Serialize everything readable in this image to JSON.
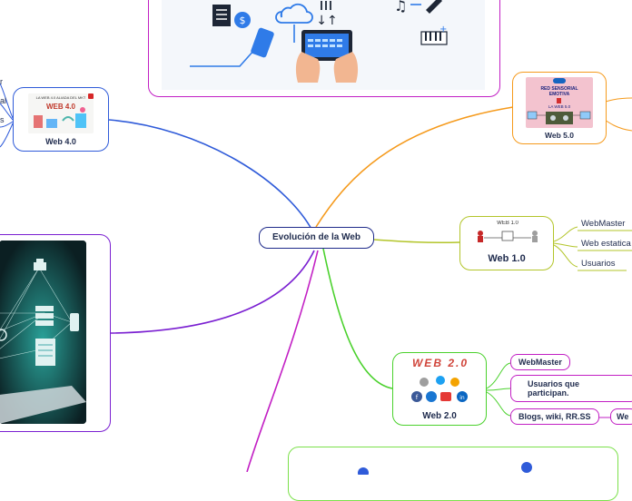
{
  "central": {
    "label": "Evolución de la Web"
  },
  "web4": {
    "label": "Web 4.0",
    "thumb_text": "WEB 4.0",
    "thumb_subtext": "LA WEB 4.0 ALIADA DEL MKT",
    "left_fragments": [
      "r",
      "al",
      "s"
    ]
  },
  "web5": {
    "label": "Web 5.0",
    "thumb_lines": [
      "RED SENSORIAL",
      "EMOTIVA",
      "LA WEB 5.0"
    ]
  },
  "web1": {
    "label": "Web 1.0",
    "thumb_title": "WEB 1.0",
    "leaves": [
      "WebMaster",
      "Web estatica",
      "Usuarios"
    ]
  },
  "web2": {
    "label": "Web 2.0",
    "logo_text": "WEB 2.0",
    "leaves": [
      "WebMaster",
      "Usuarios que participan.",
      "Blogs, wiki, RR.SS"
    ],
    "cut_pill": "We"
  },
  "colors": {
    "central_border": "#1e2a8a",
    "web4_branch": "#2f5bd9",
    "web5_branch": "#f59a1c",
    "web1_branch": "#b3c52a",
    "web2_branch": "#4ad12c",
    "purple_branch": "#7a1fd1",
    "magenta_branch": "#c21fc4",
    "green_box": "#7be04a",
    "top_box": "#c21fc4"
  }
}
